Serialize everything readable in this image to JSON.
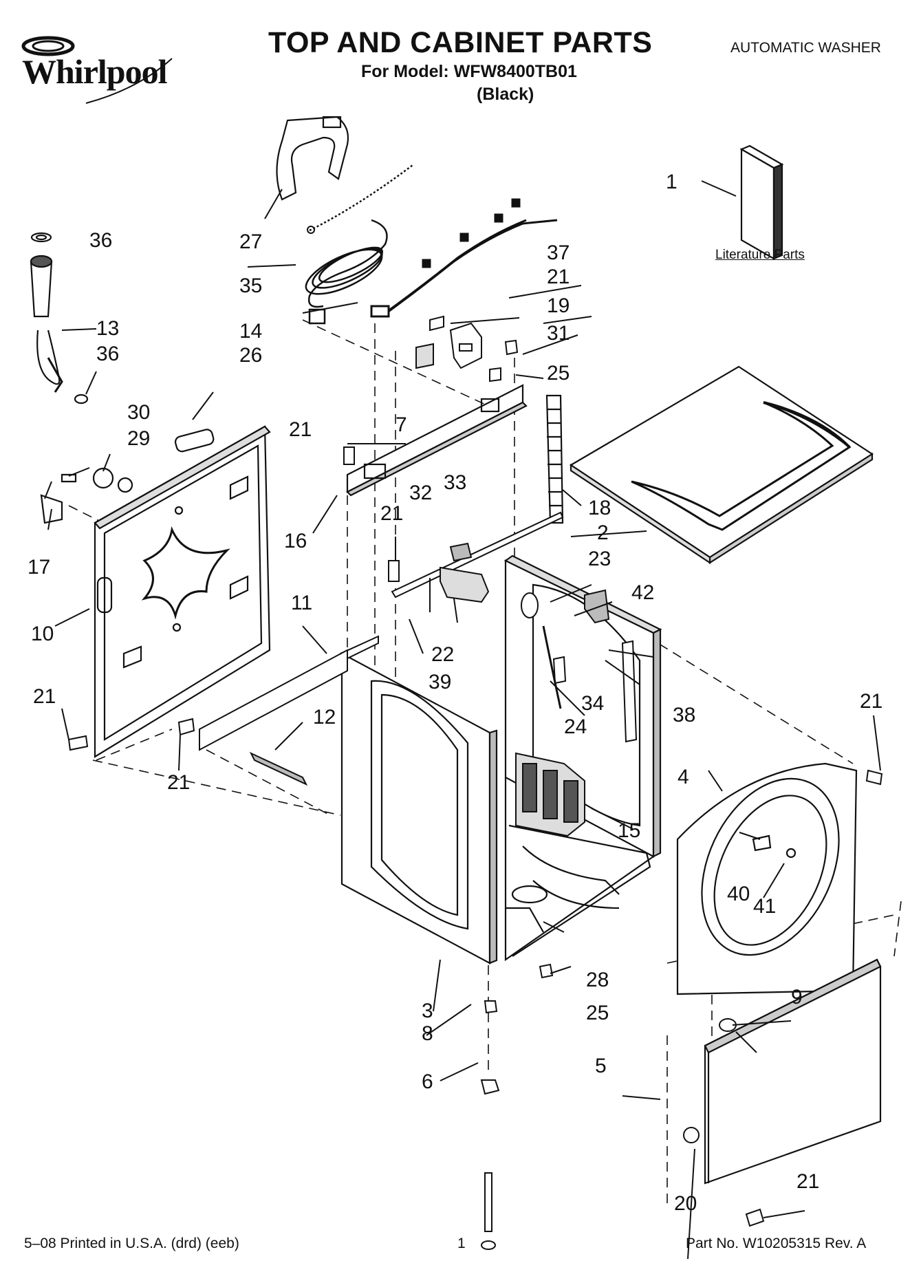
{
  "header": {
    "brand": "Whirlpool",
    "title": "TOP AND CABINET PARTS",
    "model_line": "For Model: WFW8400TB01",
    "color": "(Black)",
    "category": "AUTOMATIC WASHER"
  },
  "literature_label": "Literature Parts",
  "callouts": {
    "c1": "1",
    "c2": "2",
    "c3": "3",
    "c4": "4",
    "c5": "5",
    "c6": "6",
    "c7": "7",
    "c8": "8",
    "c9": "9",
    "c10": "10",
    "c11": "11",
    "c12": "12",
    "c13": "13",
    "c14": "14",
    "c15": "15",
    "c16": "16",
    "c17": "17",
    "c18": "18",
    "c19": "19",
    "c20": "20",
    "c21": "21",
    "c22": "22",
    "c23": "23",
    "c24": "24",
    "c25": "25",
    "c26": "26",
    "c27": "27",
    "c28": "28",
    "c29": "29",
    "c30": "30",
    "c31": "31",
    "c32": "32",
    "c33": "33",
    "c34": "34",
    "c35": "35",
    "c36": "36",
    "c37": "37",
    "c38": "38",
    "c39": "39",
    "c40": "40",
    "c41": "41",
    "c42": "42"
  },
  "footer": {
    "print_info": "5–08 Printed in U.S.A. (drd) (eeb)",
    "page": "1",
    "part_no": "Part No. W10205315 Rev. A"
  }
}
